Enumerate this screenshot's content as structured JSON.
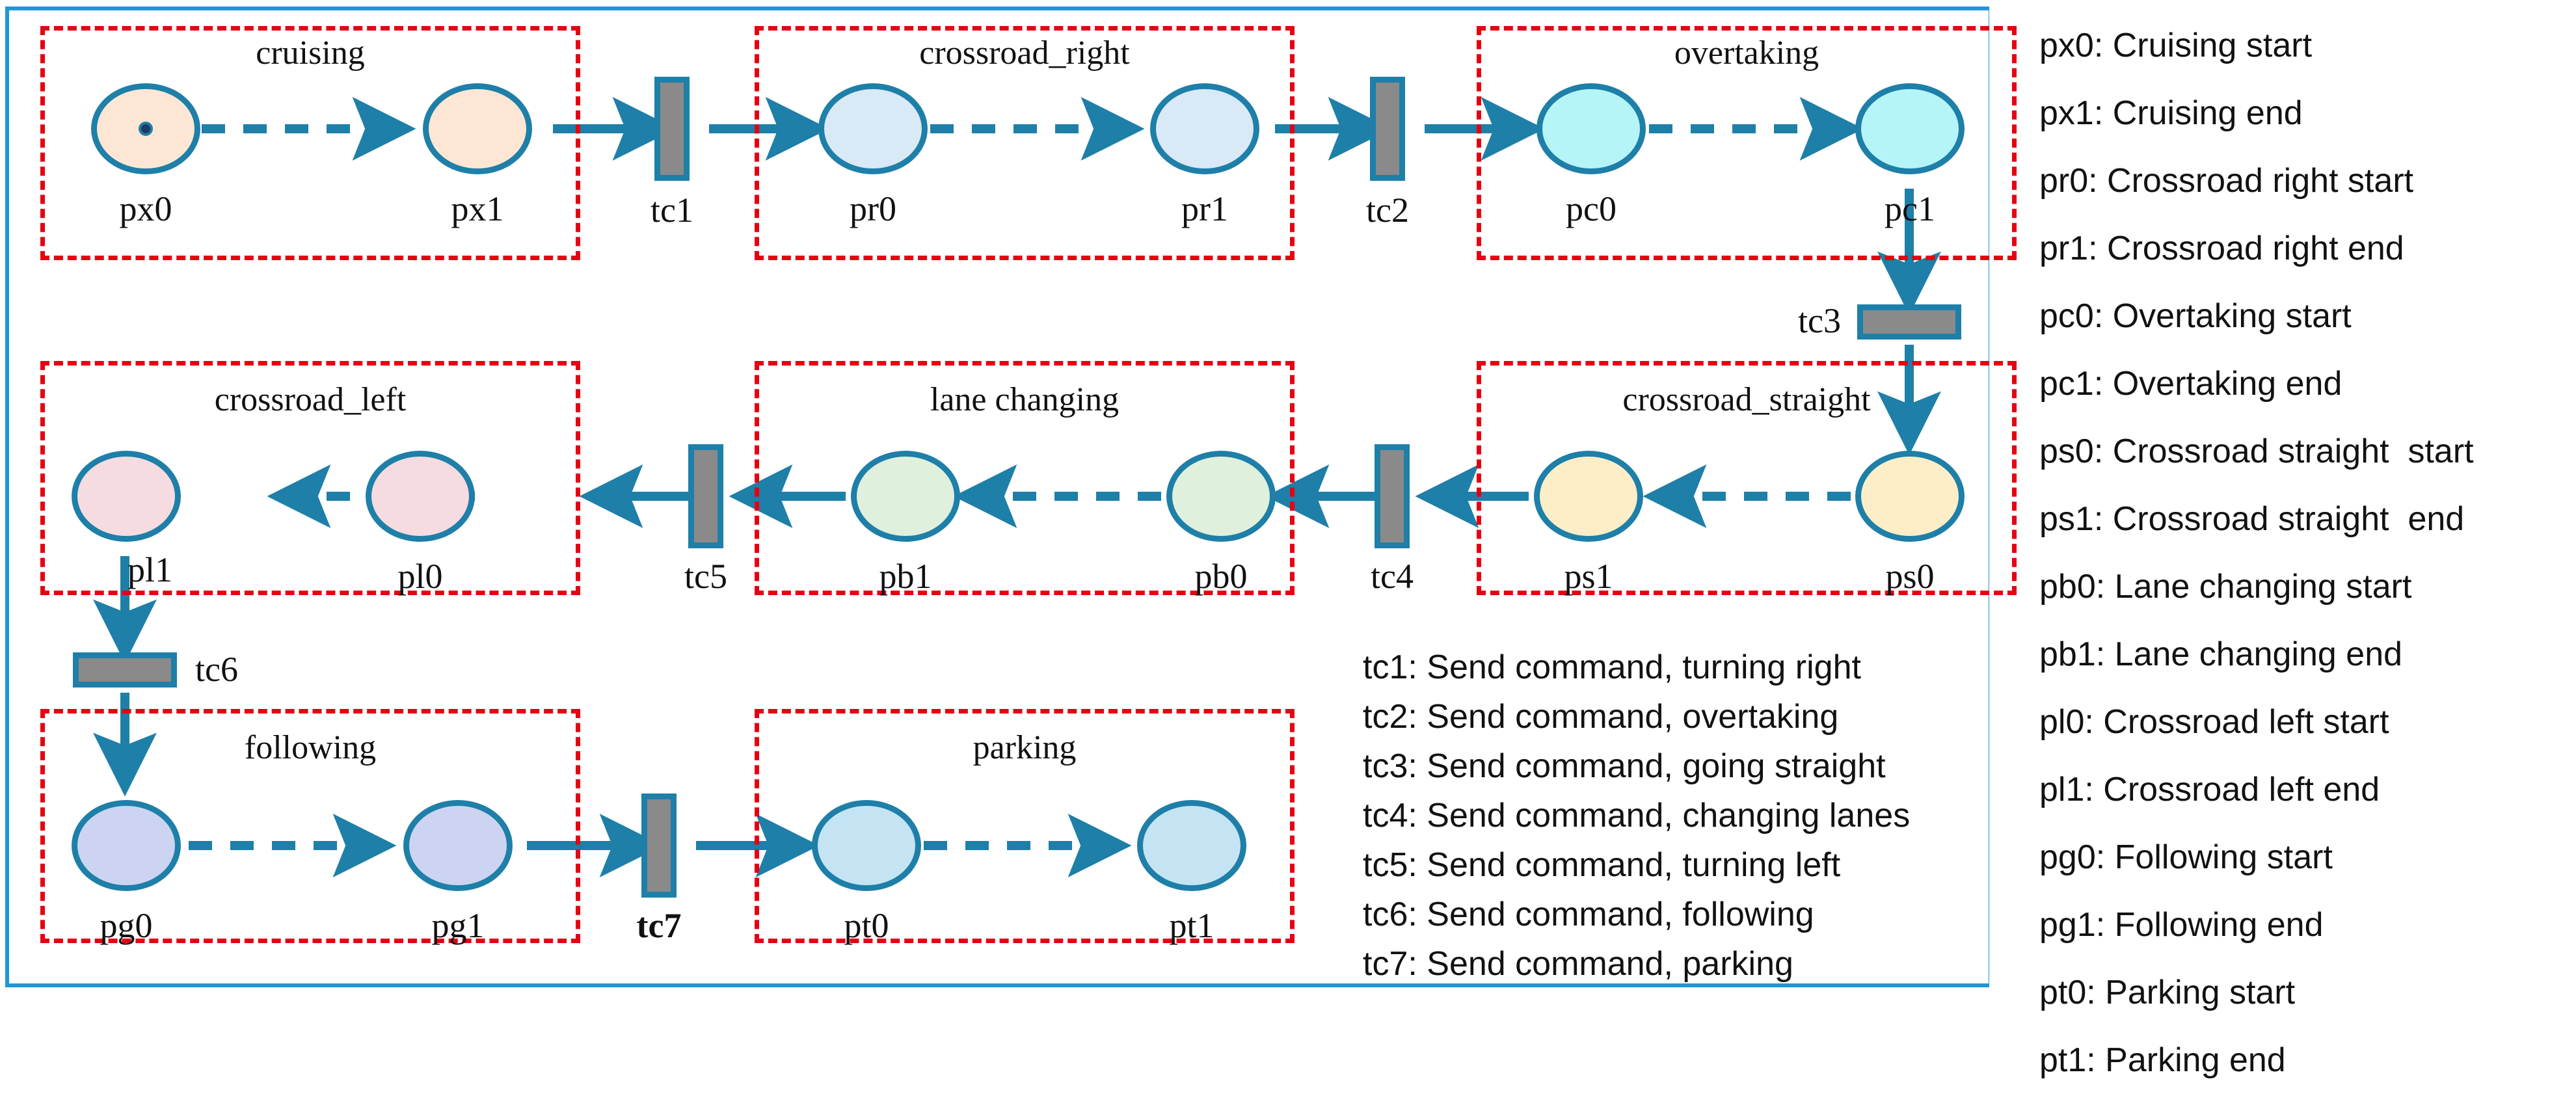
{
  "colors": {
    "frame_blue": "#2196d6",
    "group_red": "#e60012",
    "arc_blue": "#1e7fa8",
    "transition_gray": "#8a8a8a",
    "place_cruising": "#fde7d4",
    "place_crossroad_right": "#d9e9f5",
    "place_overtaking": "#b5f5f7",
    "place_crossroad_straight": "#fdeec8",
    "place_lane_changing": "#dff0dc",
    "place_crossroad_left": "#f6dbe0",
    "place_following": "#ccd4f2",
    "place_parking": "#c5e4f3",
    "text_black": "#111111"
  },
  "groups": [
    {
      "id": "cruising",
      "title": "cruising"
    },
    {
      "id": "crossroad_right",
      "title": "crossroad_right"
    },
    {
      "id": "overtaking",
      "title": "overtaking"
    },
    {
      "id": "crossroad_left",
      "title": "crossroad_left"
    },
    {
      "id": "lane_changing",
      "title": "lane changing"
    },
    {
      "id": "crossroad_straight",
      "title": "crossroad_straight"
    },
    {
      "id": "following",
      "title": "following"
    },
    {
      "id": "parking",
      "title": "parking"
    }
  ],
  "places": [
    {
      "id": "px0",
      "label": "px0",
      "group": "cruising",
      "token": true
    },
    {
      "id": "px1",
      "label": "px1",
      "group": "cruising",
      "token": false
    },
    {
      "id": "pr0",
      "label": "pr0",
      "group": "crossroad_right",
      "token": false
    },
    {
      "id": "pr1",
      "label": "pr1",
      "group": "crossroad_right",
      "token": false
    },
    {
      "id": "pc0",
      "label": "pc0",
      "group": "overtaking",
      "token": false
    },
    {
      "id": "pc1",
      "label": "pc1",
      "group": "overtaking",
      "token": false
    },
    {
      "id": "pl1",
      "label": "pl1",
      "group": "crossroad_left",
      "token": false
    },
    {
      "id": "pl0",
      "label": "pl0",
      "group": "crossroad_left",
      "token": false
    },
    {
      "id": "pb1",
      "label": "pb1",
      "group": "lane_changing",
      "token": false
    },
    {
      "id": "pb0",
      "label": "pb0",
      "group": "lane_changing",
      "token": false
    },
    {
      "id": "ps1",
      "label": "ps1",
      "group": "crossroad_straight",
      "token": false
    },
    {
      "id": "ps0",
      "label": "ps0",
      "group": "crossroad_straight",
      "token": false
    },
    {
      "id": "pg0",
      "label": "pg0",
      "group": "following",
      "token": false
    },
    {
      "id": "pg1",
      "label": "pg1",
      "group": "following",
      "token": false
    },
    {
      "id": "pt0",
      "label": "pt0",
      "group": "parking",
      "token": false
    },
    {
      "id": "pt1",
      "label": "pt1",
      "group": "parking",
      "token": false
    }
  ],
  "transitions": [
    {
      "id": "tc1",
      "label": "tc1",
      "orientation": "vertical"
    },
    {
      "id": "tc2",
      "label": "tc2",
      "orientation": "vertical"
    },
    {
      "id": "tc3",
      "label": "tc3",
      "orientation": "horizontal"
    },
    {
      "id": "tc4",
      "label": "tc4",
      "orientation": "vertical"
    },
    {
      "id": "tc5",
      "label": "tc5",
      "orientation": "vertical"
    },
    {
      "id": "tc6",
      "label": "tc6",
      "orientation": "horizontal"
    },
    {
      "id": "tc7",
      "label": "tc7",
      "orientation": "vertical"
    }
  ],
  "transition_legend": [
    "tc1: Send command, turning right",
    "tc2: Send command, overtaking",
    "tc3: Send command, going straight",
    "tc4: Send command, changing lanes",
    "tc5: Send command, turning left",
    "tc6: Send command, following",
    "tc7: Send command, parking"
  ],
  "place_legend": [
    "px0: Cruising start",
    "px1: Cruising end",
    "pr0: Crossroad right start",
    "pr1: Crossroad right end",
    "pc0: Overtaking start",
    "pc1: Overtaking end",
    "ps0: Crossroad straight  start",
    "ps1: Crossroad straight  end",
    "pb0: Lane changing start",
    "pb1: Lane changing end",
    "pl0: Crossroad left start",
    "pl1: Crossroad left end",
    "pg0: Following start",
    "pg1: Following end",
    "pt0: Parking start",
    "pt1: Parking end"
  ]
}
